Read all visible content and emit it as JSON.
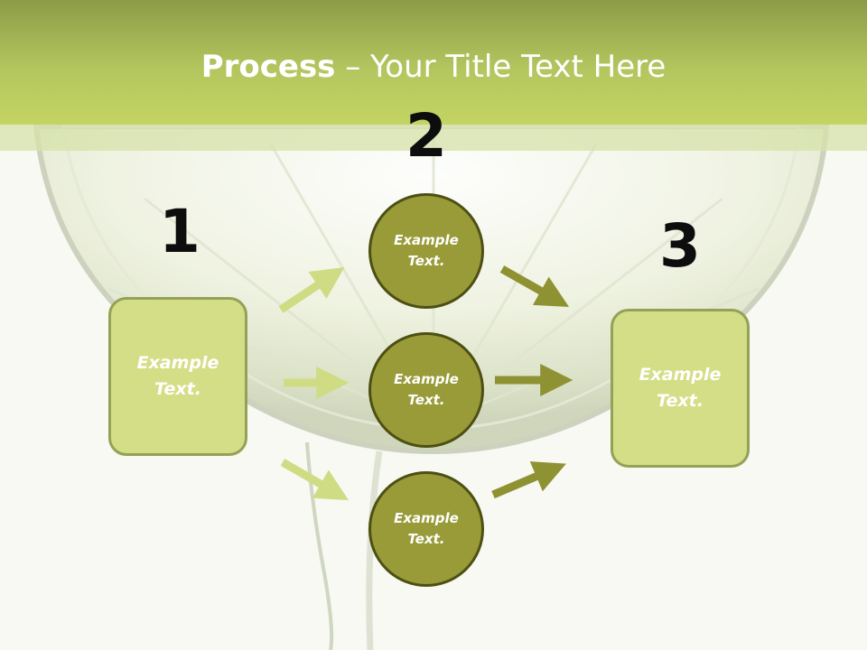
{
  "title": {
    "bold": "Process",
    "rest": " – Your Title Text Here"
  },
  "steps": {
    "one": "1",
    "two": "2",
    "three": "3"
  },
  "boxes": {
    "left": "Example Text.",
    "right": "Example Text."
  },
  "circles": {
    "top": "Example Text.",
    "middle": "Example Text.",
    "bottom": "Example Text."
  },
  "colors": {
    "title_band": "#b3c55e",
    "box_fill": "#d4de86",
    "box_border": "#94a157",
    "circle_fill": "#989b37",
    "circle_border": "#4d4f13",
    "arrow_light": "#cfdc83",
    "arrow_dark": "#8f9233"
  }
}
